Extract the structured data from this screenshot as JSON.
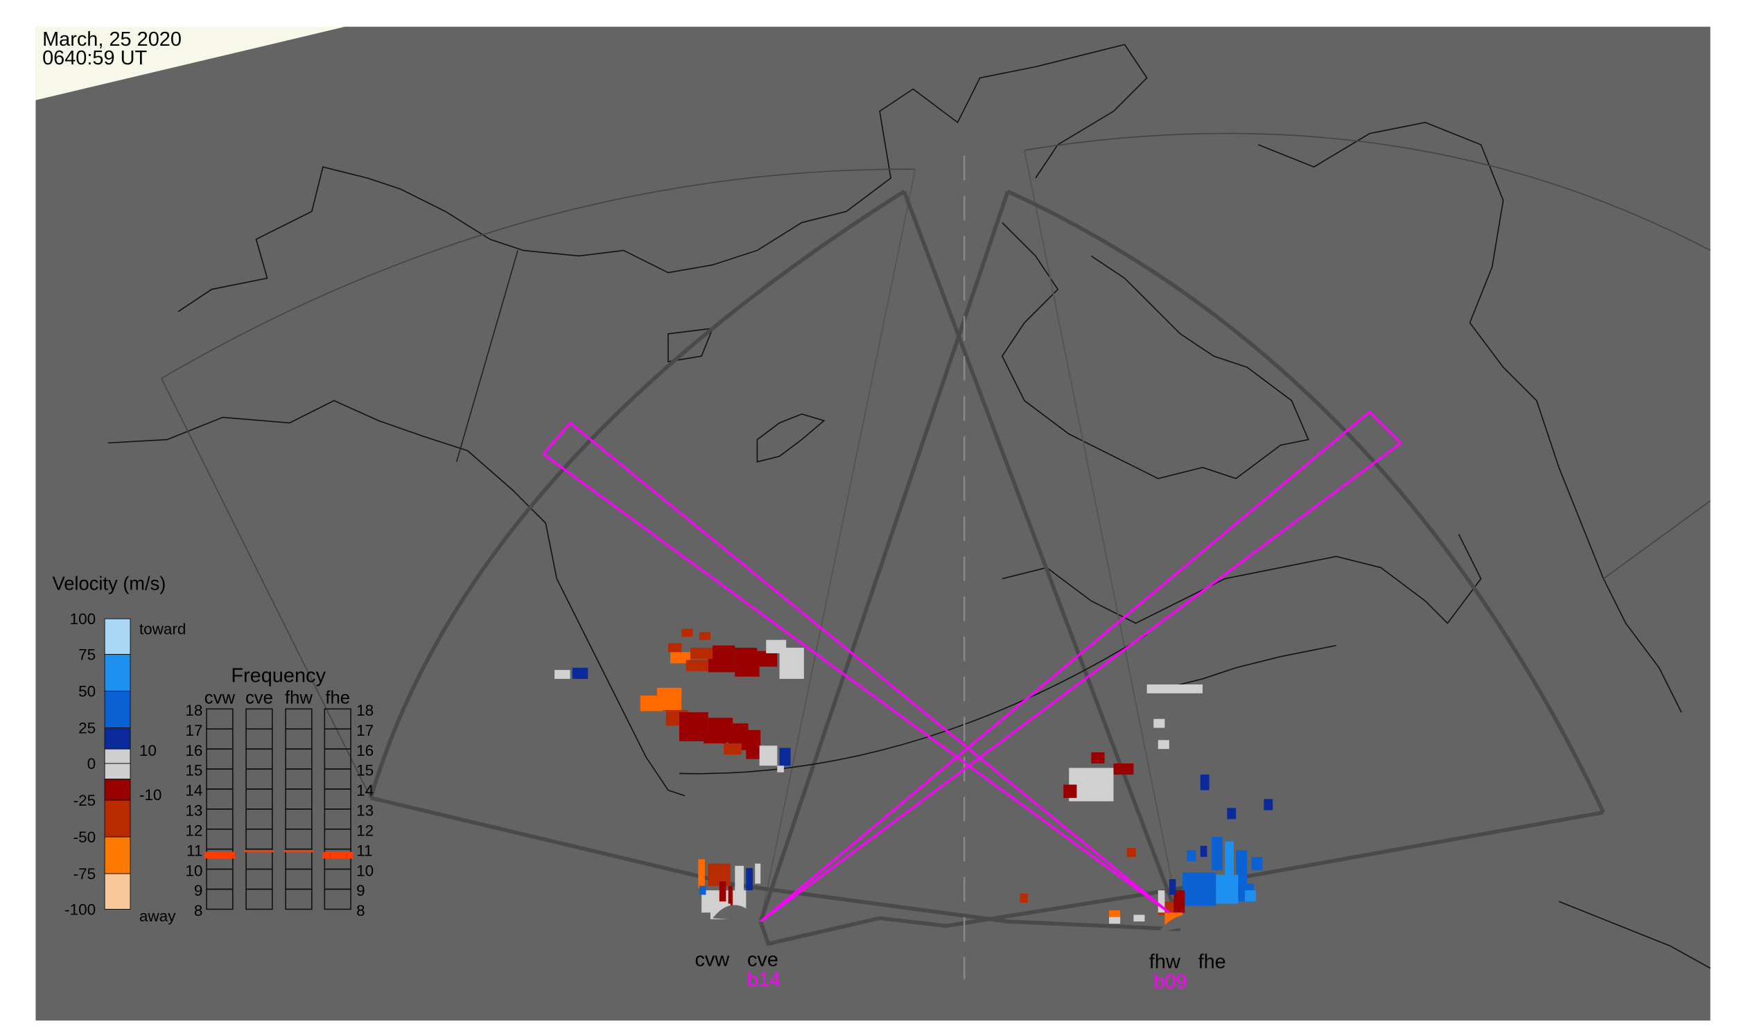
{
  "header": {
    "date": "March, 25 2020",
    "time": "0640:59 UT"
  },
  "velocity_legend": {
    "title": "Velocity (m/s)",
    "ticks": [
      "100",
      "75",
      "50",
      "25",
      "0",
      "-25",
      "-50",
      "-75",
      "-100"
    ],
    "toward_label": "toward",
    "away_label": "away",
    "upper_threshold": "10",
    "lower_threshold": "-10",
    "colors": [
      "#a9d8f7",
      "#1e90f0",
      "#0b62d4",
      "#0a2a9c",
      "#cfcfcf",
      "#cfcfcf",
      "#980000",
      "#b82a00",
      "#ff7a00",
      "#f8c89a"
    ]
  },
  "frequency_panel": {
    "title": "Frequency",
    "radars": [
      "cvw",
      "cve",
      "fhw",
      "fhe"
    ],
    "ticks": [
      "18",
      "17",
      "16",
      "15",
      "14",
      "13",
      "12",
      "11",
      "10",
      "9",
      "8"
    ],
    "values_mhz": [
      10.7,
      10.9,
      10.9,
      10.7
    ],
    "bar_color": "#ff3c00"
  },
  "stations": {
    "cvw": "cvw",
    "cve": "cve",
    "fhw": "fhw",
    "fhe": "fhe",
    "beam_cv": "b14",
    "beam_fh": "b09"
  },
  "colors": {
    "map_bg": "#646464",
    "beam": "#ff00ff",
    "fov": "#4a4a4a",
    "daylight": "#f7f7ea"
  }
}
